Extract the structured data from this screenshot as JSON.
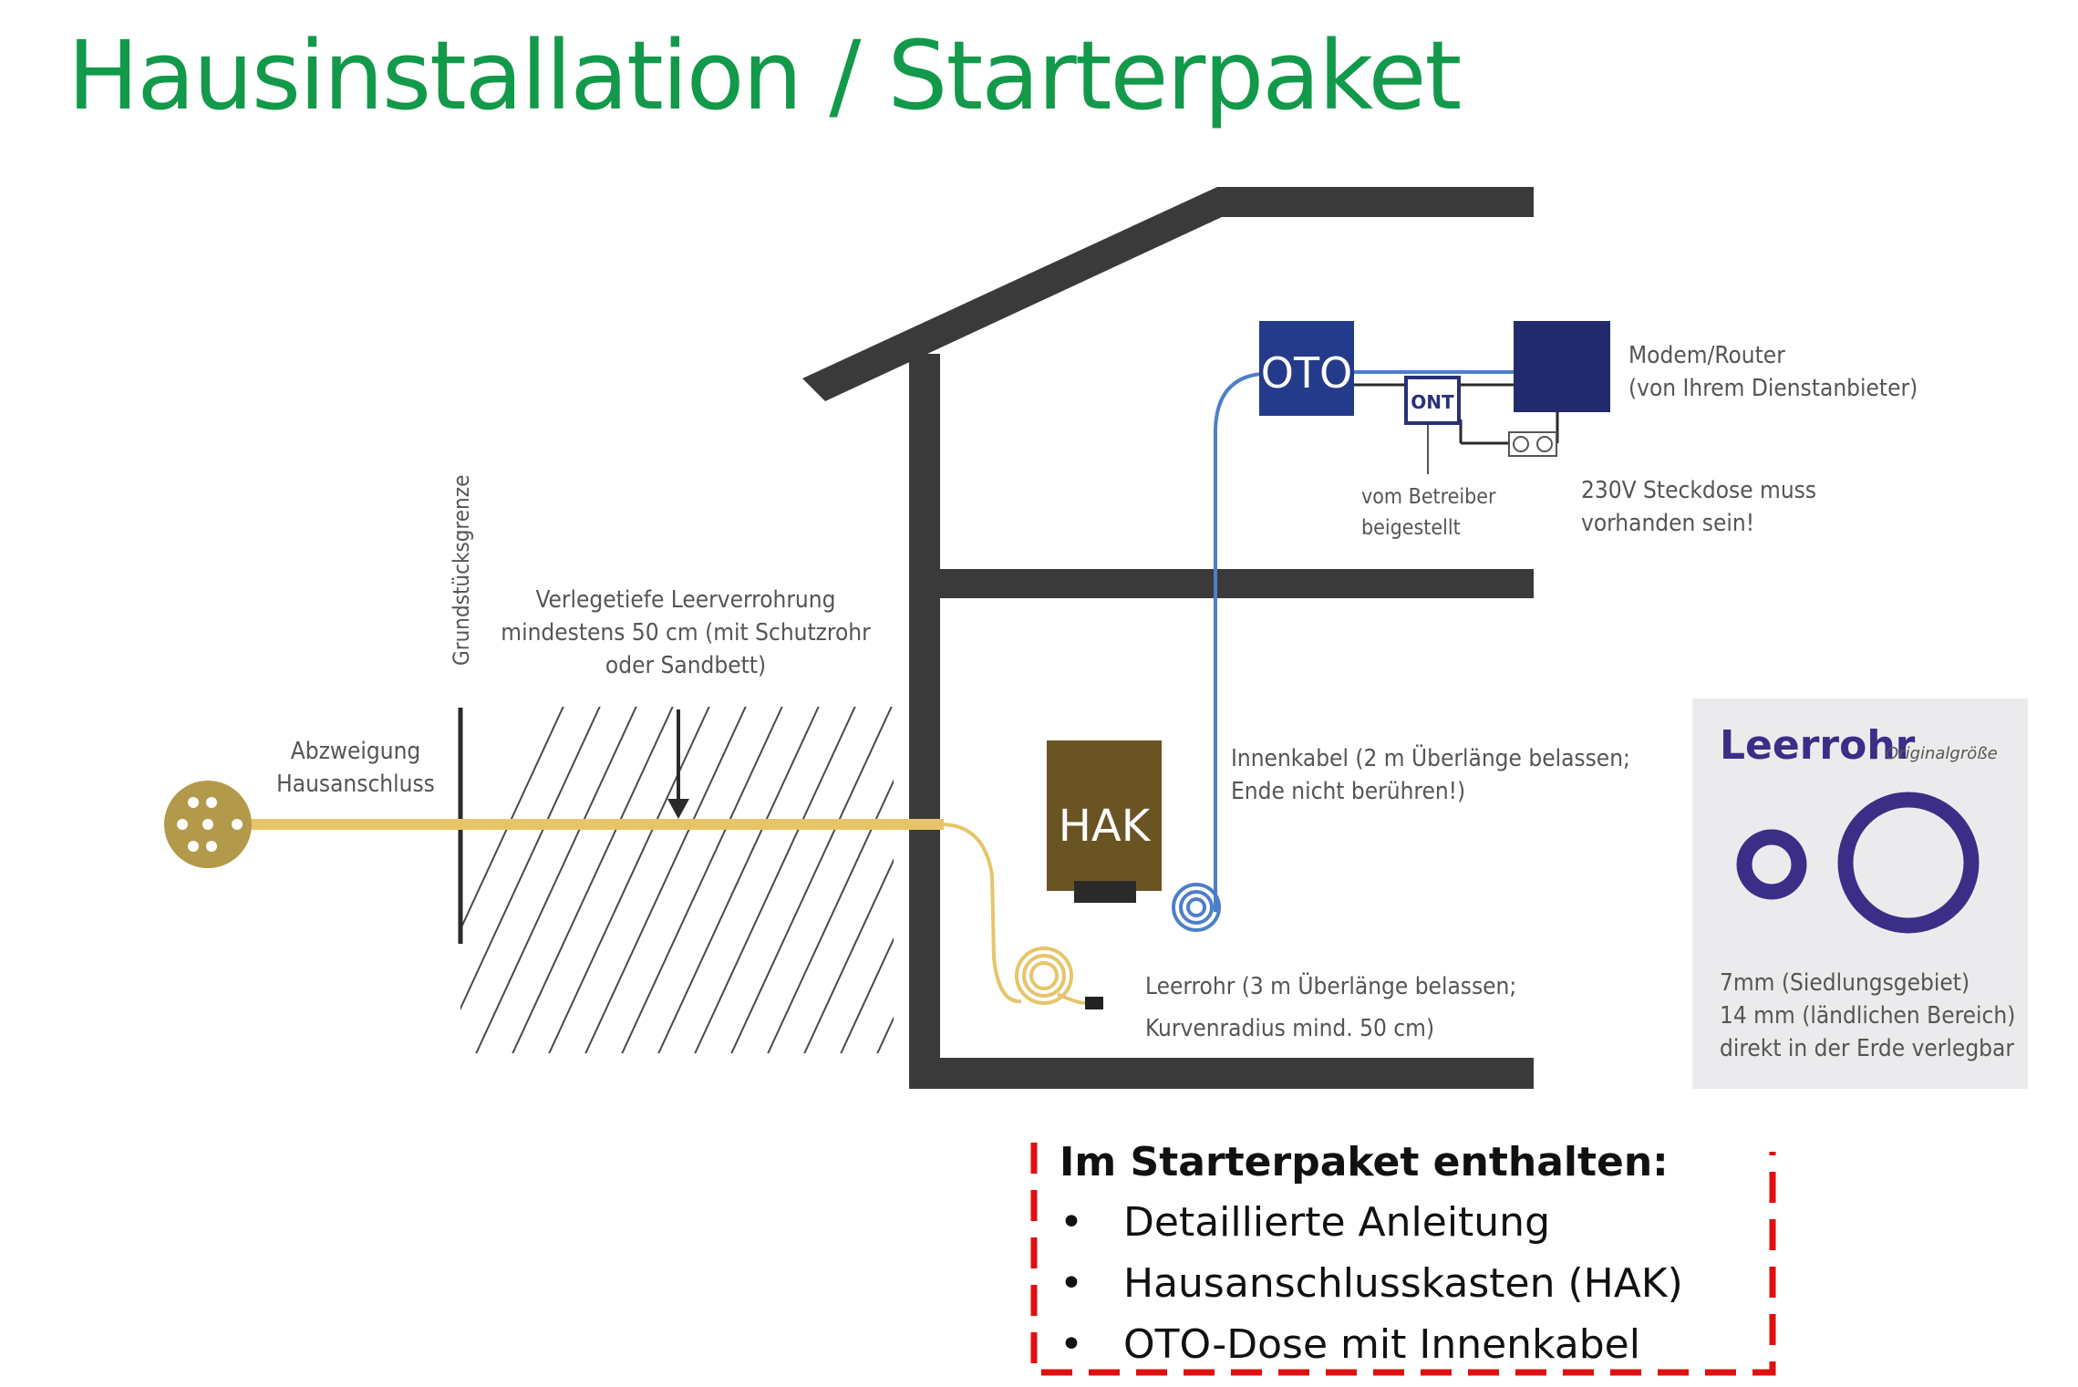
{
  "title": "Hausinstallation / Starterpaket",
  "labels": {
    "grenze": "Grundstücksgrenze",
    "verlege": [
      "Verlegetiefe Leerverrohrung",
      "mindestens 50 cm (mit Schutzrohr",
      "oder Sandbett)"
    ],
    "abzweigung": [
      "Abzweigung",
      "Hausanschluss"
    ],
    "hak": "HAK",
    "oto": "OTO",
    "ont": "ONT",
    "modem": [
      "Modem/Router",
      "(von Ihrem Dienstanbieter)"
    ],
    "betreiber": [
      "vom Betreiber",
      "beigestellt"
    ],
    "steckdose": [
      "230V Steckdose muss",
      "vorhanden sein!"
    ],
    "innenkabel": [
      "Innenkabel (2 m Überlänge belassen;",
      "Ende nicht berühren!)"
    ],
    "leerrohr": [
      "Leerrohr (3 m Überlänge belassen;",
      "Kurvenradius mind. 50 cm)"
    ]
  },
  "leerrohr_card": {
    "title": "Leerrohr",
    "subtitle": "Originalgröße",
    "lines": [
      "7mm (Siedlungsgebiet)",
      "14 mm (ländlichen Bereich)",
      "direkt in der Erde verlegbar"
    ]
  },
  "starter": {
    "heading": "Im Starterpaket enthalten:",
    "items": [
      "Detaillierte Anleitung",
      "Hausanschlusskasten (HAK)",
      "OTO-Dose mit Innenkabel"
    ],
    "bullet": "•"
  },
  "colors": {
    "title": "#12994a",
    "house": "#3a3a3a",
    "navy": "#2a2f7a",
    "fiber": "#4c7fc8",
    "tube": "#e6c56a",
    "hak": "#6b5424",
    "card_accent": "#3b2e86",
    "dash": "#e01010"
  }
}
